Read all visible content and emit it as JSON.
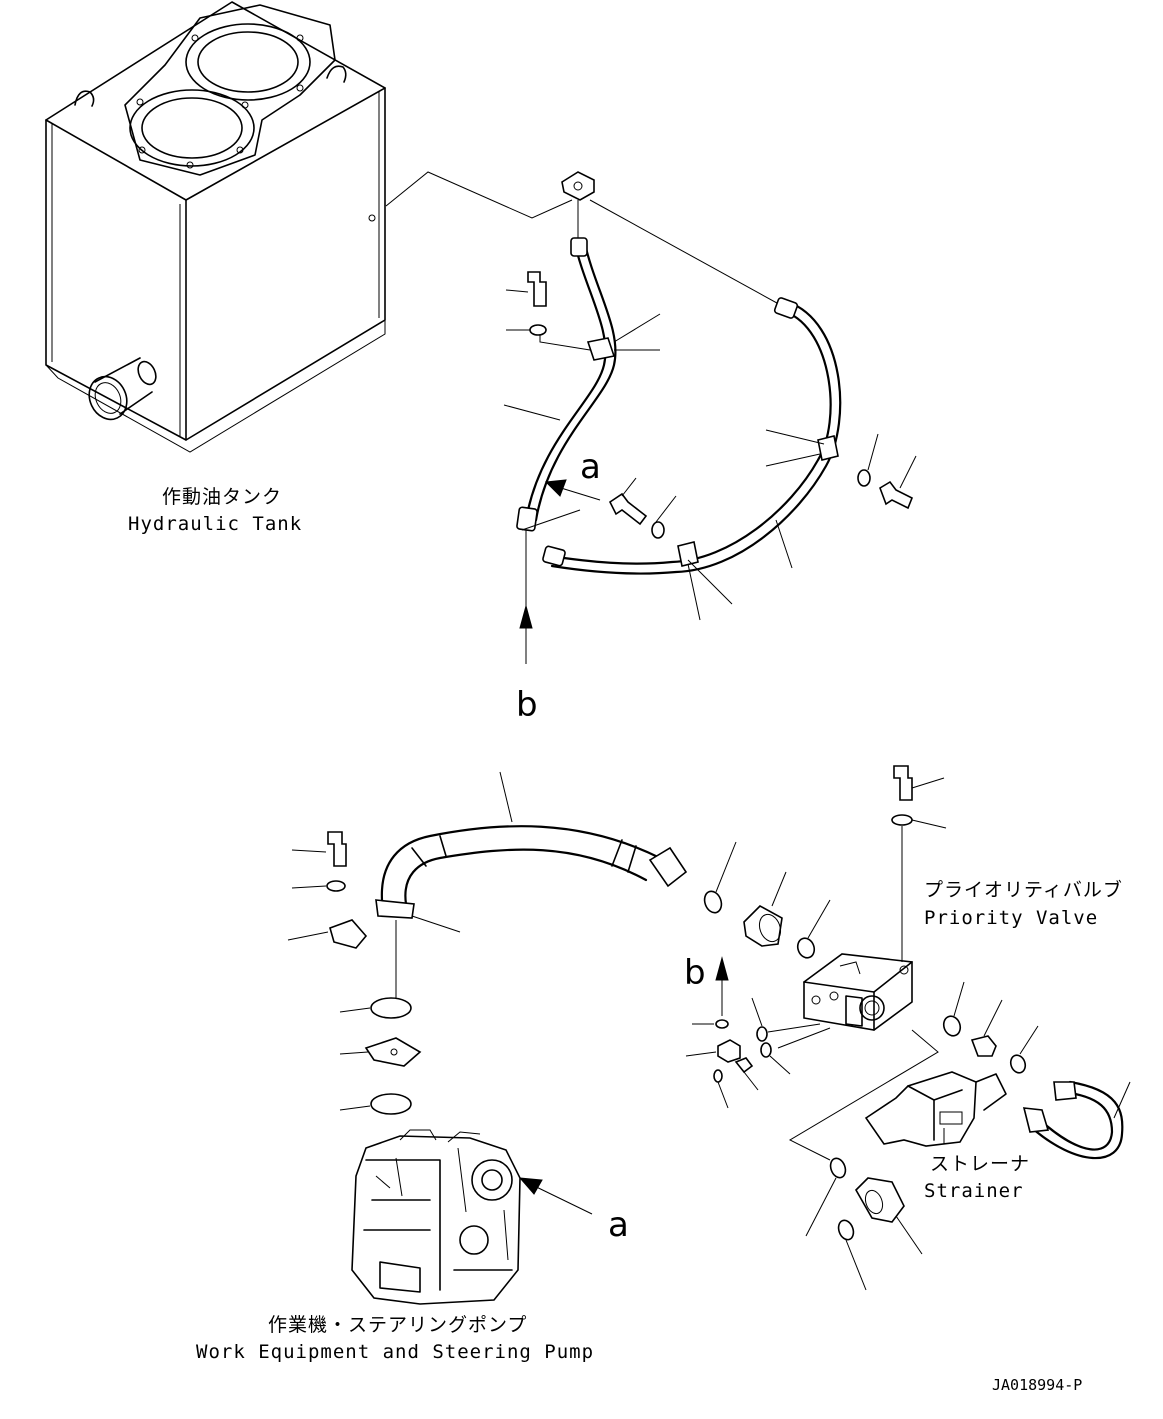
{
  "labels": {
    "hydraulic_tank_jp": "作動油タンク",
    "hydraulic_tank_en": "Hydraulic Tank",
    "priority_valve_jp": "プライオリティバルブ",
    "priority_valve_en": "Priority Valve",
    "strainer_jp": "ストレーナ",
    "strainer_en": "Strainer",
    "pump_jp": "作業機・ステアリングポンプ",
    "pump_en": "Work Equipment and Steering Pump"
  },
  "markers": {
    "a": "a",
    "b": "b"
  },
  "drawing_code": "JA018994-P"
}
